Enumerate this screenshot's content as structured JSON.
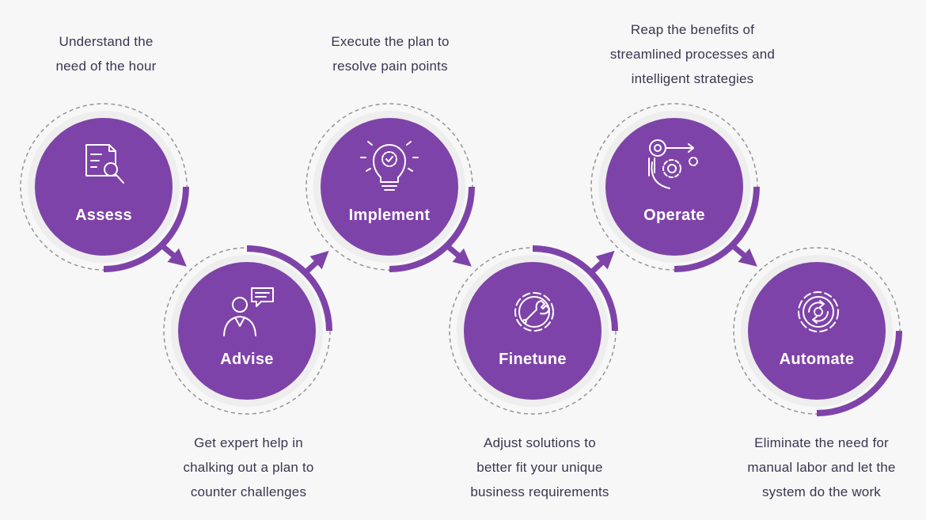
{
  "colors": {
    "accent": "#7e43a8",
    "disc": "#eeeeee",
    "dashed": "#8f8f8f",
    "text": "#3b3550",
    "background": "#f7f7f7"
  },
  "steps": [
    {
      "label": "Assess",
      "icon": "document-search-icon",
      "description": "Understand the\nneed of the hour"
    },
    {
      "label": "Advise",
      "icon": "consultant-chat-icon",
      "description": "Get expert help in\nchalking out a plan to\ncounter challenges"
    },
    {
      "label": "Implement",
      "icon": "lightbulb-gear-icon",
      "description": "Execute the plan to\nresolve pain points"
    },
    {
      "label": "Finetune",
      "icon": "gear-wrench-icon",
      "description": "Adjust solutions to\nbetter fit your unique\nbusiness requirements"
    },
    {
      "label": "Operate",
      "icon": "process-gears-icon",
      "description": "Reap the benefits of\nstreamlined processes and\nintelligent strategies"
    },
    {
      "label": "Automate",
      "icon": "automation-gear-icon",
      "description": "Eliminate the need for\nmanual labor and let the\nsystem do the work"
    }
  ]
}
